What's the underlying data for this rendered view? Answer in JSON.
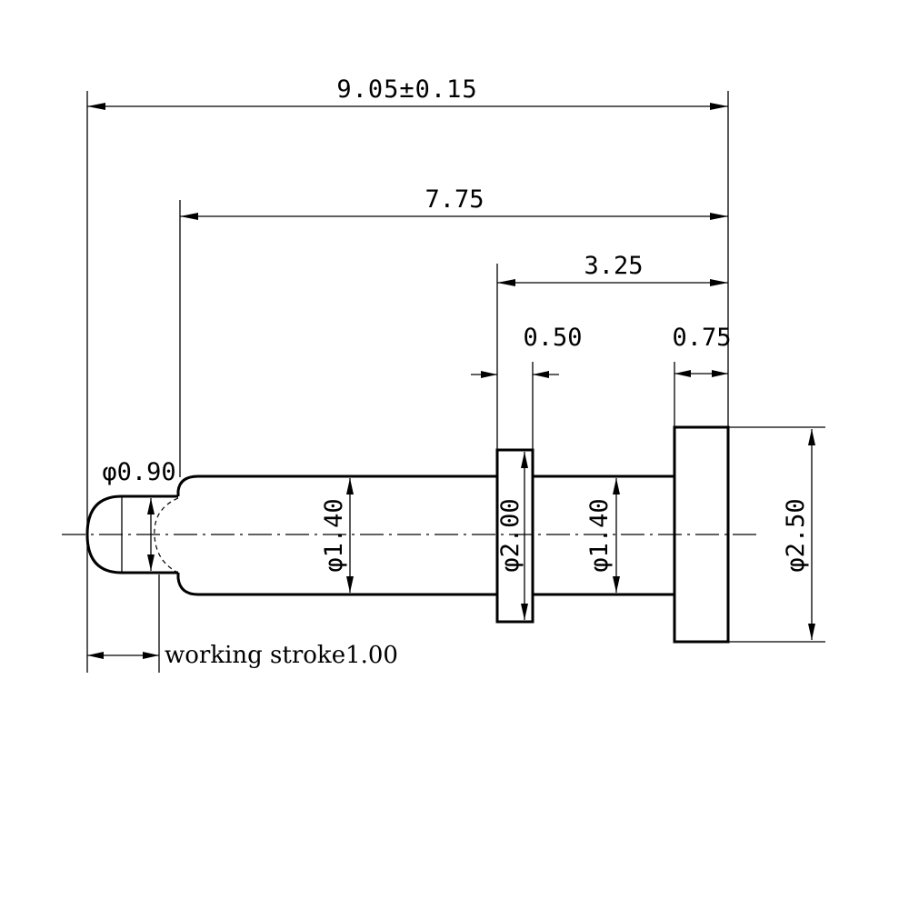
{
  "diagram": {
    "dim_overall_length": "9.05±0.15",
    "dim_plunger_to_tail": "7.75",
    "dim_collar_to_tail": "3.25",
    "dim_collar_width": "0.50",
    "dim_head_width": "0.75",
    "dim_tip_diameter": "φ0.90",
    "dim_body_diameter_left": "φ1.40",
    "dim_collar_diameter": "φ2.00",
    "dim_body_diameter_right": "φ1.40",
    "dim_head_diameter": "φ2.50",
    "note_working_stroke": "working stroke1.00"
  }
}
